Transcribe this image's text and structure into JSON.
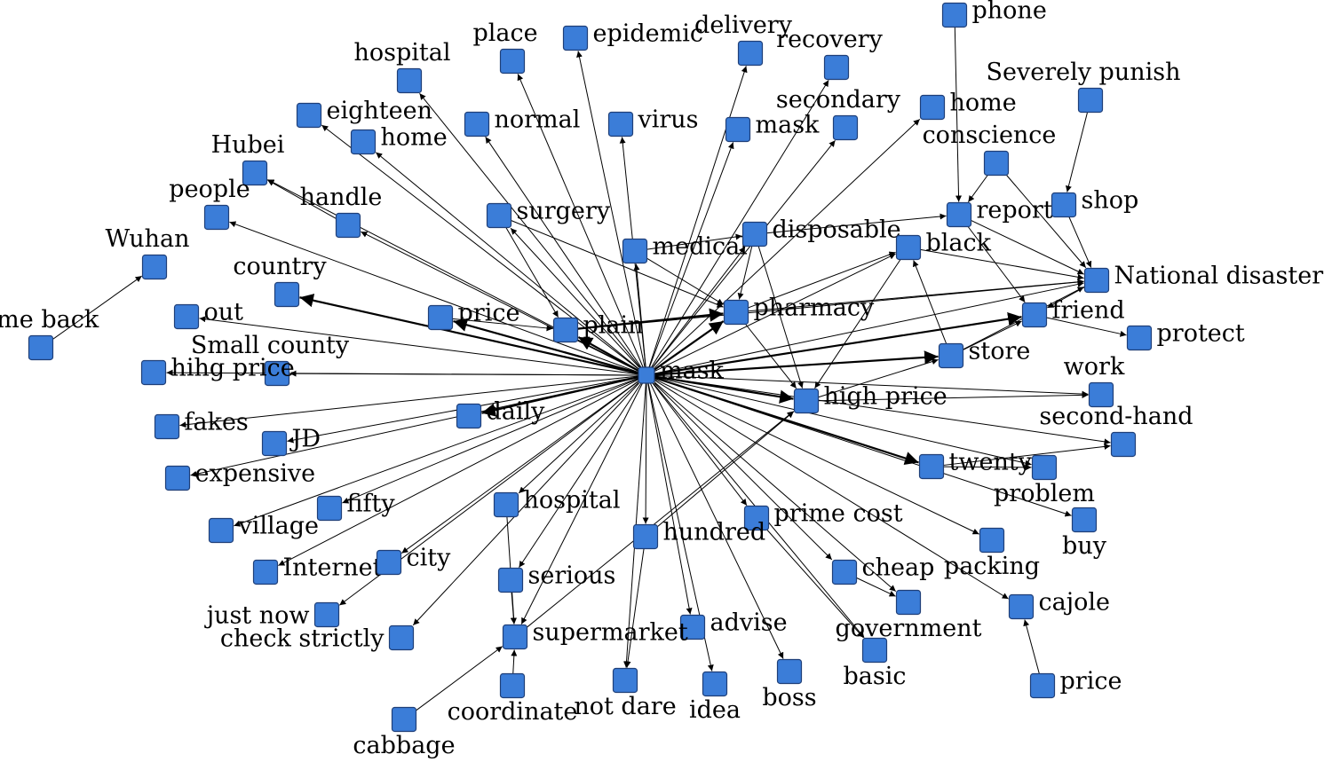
{
  "network": {
    "node_color": "#3b7dd8",
    "hub": "mask",
    "nodes": [
      {
        "id": "mask_c",
        "label": "mask"
      },
      {
        "id": "pharmacy",
        "label": "pharmacy"
      },
      {
        "id": "high_price",
        "label": "high price"
      },
      {
        "id": "plain",
        "label": "plain"
      },
      {
        "id": "medical",
        "label": "medical"
      },
      {
        "id": "disposable",
        "label": "disposable"
      },
      {
        "id": "surgery",
        "label": "surgery"
      },
      {
        "id": "price_l",
        "label": "price"
      },
      {
        "id": "daily",
        "label": "daily"
      },
      {
        "id": "hospital_top",
        "label": "hospital"
      },
      {
        "id": "place",
        "label": "place"
      },
      {
        "id": "epidemic",
        "label": "epidemic"
      },
      {
        "id": "delivery",
        "label": "delivery"
      },
      {
        "id": "recovery",
        "label": "recovery"
      },
      {
        "id": "phone",
        "label": "phone"
      },
      {
        "id": "eighteen",
        "label": "eighteen"
      },
      {
        "id": "normal",
        "label": "normal"
      },
      {
        "id": "virus",
        "label": "virus"
      },
      {
        "id": "mask_top",
        "label": "mask"
      },
      {
        "id": "secondary",
        "label": "secondary"
      },
      {
        "id": "home_r",
        "label": "home"
      },
      {
        "id": "severely",
        "label": "Severely punish"
      },
      {
        "id": "hubei",
        "label": "Hubei"
      },
      {
        "id": "home_l",
        "label": "home"
      },
      {
        "id": "conscience",
        "label": "conscience"
      },
      {
        "id": "people",
        "label": "people"
      },
      {
        "id": "handle",
        "label": "handle"
      },
      {
        "id": "report",
        "label": "report"
      },
      {
        "id": "shop",
        "label": "shop"
      },
      {
        "id": "wuhan",
        "label": "Wuhan"
      },
      {
        "id": "black",
        "label": "black"
      },
      {
        "id": "country",
        "label": "country"
      },
      {
        "id": "national",
        "label": "National disaster"
      },
      {
        "id": "come_back",
        "label": "come back"
      },
      {
        "id": "out",
        "label": "out"
      },
      {
        "id": "friend",
        "label": "friend"
      },
      {
        "id": "small_county",
        "label": "Small county"
      },
      {
        "id": "protect",
        "label": "protect"
      },
      {
        "id": "store",
        "label": "store"
      },
      {
        "id": "hihg_price",
        "label": "hihg price"
      },
      {
        "id": "work",
        "label": "work"
      },
      {
        "id": "fakes",
        "label": "fakes"
      },
      {
        "id": "second_hand",
        "label": "second-hand"
      },
      {
        "id": "jd",
        "label": "JD"
      },
      {
        "id": "twenty",
        "label": "twenty"
      },
      {
        "id": "expensive",
        "label": "expensive"
      },
      {
        "id": "problem",
        "label": "problem"
      },
      {
        "id": "fifty",
        "label": "fifty"
      },
      {
        "id": "hospital_b",
        "label": "hospital"
      },
      {
        "id": "village",
        "label": "village"
      },
      {
        "id": "prime_cost",
        "label": "prime cost"
      },
      {
        "id": "buy",
        "label": "buy"
      },
      {
        "id": "hundred",
        "label": "hundred"
      },
      {
        "id": "internet",
        "label": "Internet"
      },
      {
        "id": "city",
        "label": "city"
      },
      {
        "id": "packing",
        "label": "packing"
      },
      {
        "id": "serious",
        "label": "serious"
      },
      {
        "id": "cheap",
        "label": "cheap"
      },
      {
        "id": "just_now",
        "label": "just now"
      },
      {
        "id": "cajole",
        "label": "cajole"
      },
      {
        "id": "advise",
        "label": "advise"
      },
      {
        "id": "government",
        "label": "government"
      },
      {
        "id": "check_strictly",
        "label": "check strictly"
      },
      {
        "id": "supermarket",
        "label": "supermarket"
      },
      {
        "id": "basic",
        "label": "basic"
      },
      {
        "id": "not_dare",
        "label": "not dare"
      },
      {
        "id": "idea",
        "label": "idea"
      },
      {
        "id": "boss",
        "label": "boss"
      },
      {
        "id": "price_r",
        "label": "price"
      },
      {
        "id": "coordinate",
        "label": "coordinate"
      },
      {
        "id": "cabbage",
        "label": "cabbage"
      }
    ],
    "edges": [
      [
        "mask_c",
        "pharmacy"
      ],
      [
        "mask_c",
        "high_price"
      ],
      [
        "mask_c",
        "plain"
      ],
      [
        "mask_c",
        "medical"
      ],
      [
        "mask_c",
        "disposable"
      ],
      [
        "mask_c",
        "surgery"
      ],
      [
        "mask_c",
        "price_l"
      ],
      [
        "mask_c",
        "daily"
      ],
      [
        "mask_c",
        "hospital_top"
      ],
      [
        "mask_c",
        "place"
      ],
      [
        "mask_c",
        "epidemic"
      ],
      [
        "mask_c",
        "delivery"
      ],
      [
        "mask_c",
        "recovery"
      ],
      [
        "mask_c",
        "eighteen"
      ],
      [
        "mask_c",
        "normal"
      ],
      [
        "mask_c",
        "virus"
      ],
      [
        "mask_c",
        "mask_top"
      ],
      [
        "mask_c",
        "secondary"
      ],
      [
        "mask_c",
        "home_r"
      ],
      [
        "mask_c",
        "home_l"
      ],
      [
        "mask_c",
        "people"
      ],
      [
        "mask_c",
        "handle"
      ],
      [
        "mask_c",
        "black"
      ],
      [
        "mask_c",
        "country"
      ],
      [
        "mask_c",
        "national"
      ],
      [
        "mask_c",
        "out"
      ],
      [
        "mask_c",
        "friend"
      ],
      [
        "mask_c",
        "small_county"
      ],
      [
        "mask_c",
        "store"
      ],
      [
        "mask_c",
        "hihg_price"
      ],
      [
        "mask_c",
        "fakes"
      ],
      [
        "mask_c",
        "jd"
      ],
      [
        "mask_c",
        "twenty"
      ],
      [
        "mask_c",
        "expensive"
      ],
      [
        "mask_c",
        "fifty"
      ],
      [
        "mask_c",
        "hospital_b"
      ],
      [
        "mask_c",
        "village"
      ],
      [
        "mask_c",
        "prime_cost"
      ],
      [
        "mask_c",
        "buy"
      ],
      [
        "mask_c",
        "hundred"
      ],
      [
        "mask_c",
        "internet"
      ],
      [
        "mask_c",
        "city"
      ],
      [
        "mask_c",
        "packing"
      ],
      [
        "mask_c",
        "serious"
      ],
      [
        "mask_c",
        "cheap"
      ],
      [
        "mask_c",
        "just_now"
      ],
      [
        "mask_c",
        "cajole"
      ],
      [
        "mask_c",
        "advise"
      ],
      [
        "mask_c",
        "government"
      ],
      [
        "mask_c",
        "check_strictly"
      ],
      [
        "mask_c",
        "supermarket"
      ],
      [
        "mask_c",
        "basic"
      ],
      [
        "mask_c",
        "not_dare"
      ],
      [
        "mask_c",
        "idea"
      ],
      [
        "mask_c",
        "boss"
      ],
      [
        "mask_c",
        "second_hand"
      ],
      [
        "mask_c",
        "work"
      ],
      [
        "mask_c",
        "problem"
      ],
      [
        "mask_c",
        "hubei"
      ],
      [
        "phone",
        "report"
      ],
      [
        "conscience",
        "report"
      ],
      [
        "conscience",
        "national"
      ],
      [
        "severely",
        "shop"
      ],
      [
        "shop",
        "national"
      ],
      [
        "report",
        "national"
      ],
      [
        "report",
        "friend"
      ],
      [
        "disposable",
        "report"
      ],
      [
        "disposable",
        "pharmacy"
      ],
      [
        "disposable",
        "high_price"
      ],
      [
        "medical",
        "pharmacy"
      ],
      [
        "medical",
        "disposable"
      ],
      [
        "surgery",
        "pharmacy"
      ],
      [
        "surgery",
        "plain"
      ],
      [
        "plain",
        "pharmacy"
      ],
      [
        "plain",
        "national"
      ],
      [
        "pharmacy",
        "high_price"
      ],
      [
        "pharmacy",
        "black"
      ],
      [
        "pharmacy",
        "national"
      ],
      [
        "black",
        "high_price"
      ],
      [
        "black",
        "national"
      ],
      [
        "store",
        "friend"
      ],
      [
        "store",
        "black"
      ],
      [
        "store",
        "national"
      ],
      [
        "high_price",
        "store"
      ],
      [
        "high_price",
        "work"
      ],
      [
        "friend",
        "protect"
      ],
      [
        "twenty",
        "problem"
      ],
      [
        "twenty",
        "second_hand"
      ],
      [
        "hundred",
        "high_price"
      ],
      [
        "hundred",
        "not_dare"
      ],
      [
        "serious",
        "supermarket"
      ],
      [
        "coordinate",
        "supermarket"
      ],
      [
        "cabbage",
        "supermarket"
      ],
      [
        "price_r",
        "cajole"
      ],
      [
        "come_back",
        "wuhan"
      ],
      [
        "handle",
        "hubei"
      ],
      [
        "price_l",
        "plain"
      ],
      [
        "hospital_b",
        "supermarket"
      ],
      [
        "cheap",
        "government"
      ],
      [
        "prime_cost",
        "basic"
      ],
      [
        "supermarket",
        "high_price"
      ],
      [
        "national",
        "friend"
      ]
    ]
  }
}
